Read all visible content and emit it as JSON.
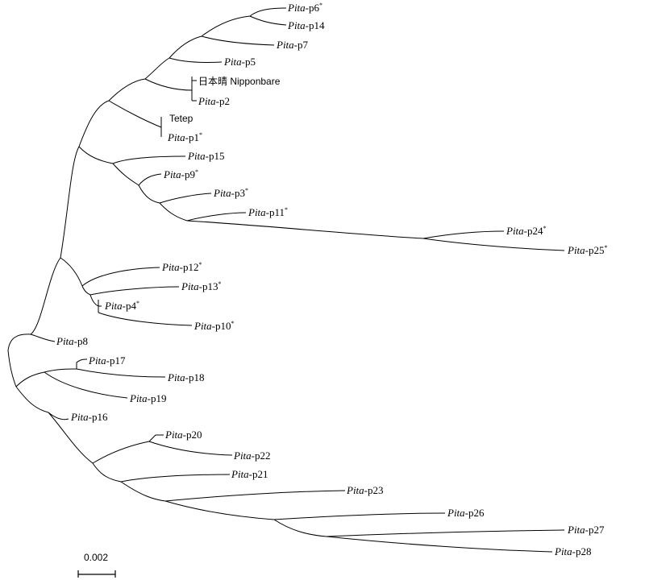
{
  "tree": {
    "leaves": [
      {
        "id": "p6",
        "italic": "Pita",
        "rest": "-p6",
        "sup": "*"
      },
      {
        "id": "p14",
        "italic": "Pita",
        "rest": "-p14",
        "sup": ""
      },
      {
        "id": "p7",
        "italic": "Pita",
        "rest": "-p7",
        "sup": ""
      },
      {
        "id": "p5",
        "italic": "Pita",
        "rest": "-p5",
        "sup": ""
      },
      {
        "id": "nipponbare",
        "italic": "",
        "rest": "日本晴 Nipponbare",
        "sup": ""
      },
      {
        "id": "p2",
        "italic": "Pita",
        "rest": "-p2",
        "sup": ""
      },
      {
        "id": "tetep",
        "italic": "",
        "rest": "Tetep",
        "sup": ""
      },
      {
        "id": "p1",
        "italic": "Pita",
        "rest": "-p1",
        "sup": "*"
      },
      {
        "id": "p15",
        "italic": "Pita",
        "rest": "-p15",
        "sup": ""
      },
      {
        "id": "p9",
        "italic": "Pita",
        "rest": "-p9",
        "sup": "*"
      },
      {
        "id": "p3",
        "italic": "Pita",
        "rest": "-p3",
        "sup": "*"
      },
      {
        "id": "p11",
        "italic": "Pita",
        "rest": "-p11",
        "sup": "*"
      },
      {
        "id": "p24",
        "italic": "Pita",
        "rest": "-p24",
        "sup": "*"
      },
      {
        "id": "p25",
        "italic": "Pita",
        "rest": "-p25",
        "sup": "*"
      },
      {
        "id": "p12",
        "italic": "Pita",
        "rest": "-p12",
        "sup": "*"
      },
      {
        "id": "p13",
        "italic": "Pita",
        "rest": "-p13",
        "sup": "*"
      },
      {
        "id": "p4",
        "italic": "Pita",
        "rest": "-p4",
        "sup": "*"
      },
      {
        "id": "p10",
        "italic": "Pita",
        "rest": "-p10",
        "sup": "*"
      },
      {
        "id": "p8",
        "italic": "Pita",
        "rest": "-p8",
        "sup": ""
      },
      {
        "id": "p17",
        "italic": "Pita",
        "rest": "-p17",
        "sup": ""
      },
      {
        "id": "p18",
        "italic": "Pita",
        "rest": "-p18",
        "sup": ""
      },
      {
        "id": "p19",
        "italic": "Pita",
        "rest": "-p19",
        "sup": ""
      },
      {
        "id": "p16",
        "italic": "Pita",
        "rest": "-p16",
        "sup": ""
      },
      {
        "id": "p20",
        "italic": "Pita",
        "rest": "-p20",
        "sup": ""
      },
      {
        "id": "p22",
        "italic": "Pita",
        "rest": "-p22",
        "sup": ""
      },
      {
        "id": "p21",
        "italic": "Pita",
        "rest": "-p21",
        "sup": ""
      },
      {
        "id": "p23",
        "italic": "Pita",
        "rest": "-p23",
        "sup": ""
      },
      {
        "id": "p26",
        "italic": "Pita",
        "rest": "-p26",
        "sup": ""
      },
      {
        "id": "p27",
        "italic": "Pita",
        "rest": "-p27",
        "sup": ""
      },
      {
        "id": "p28",
        "italic": "Pita",
        "rest": "-p28",
        "sup": ""
      }
    ]
  },
  "scale_bar": {
    "label": "0.002"
  }
}
